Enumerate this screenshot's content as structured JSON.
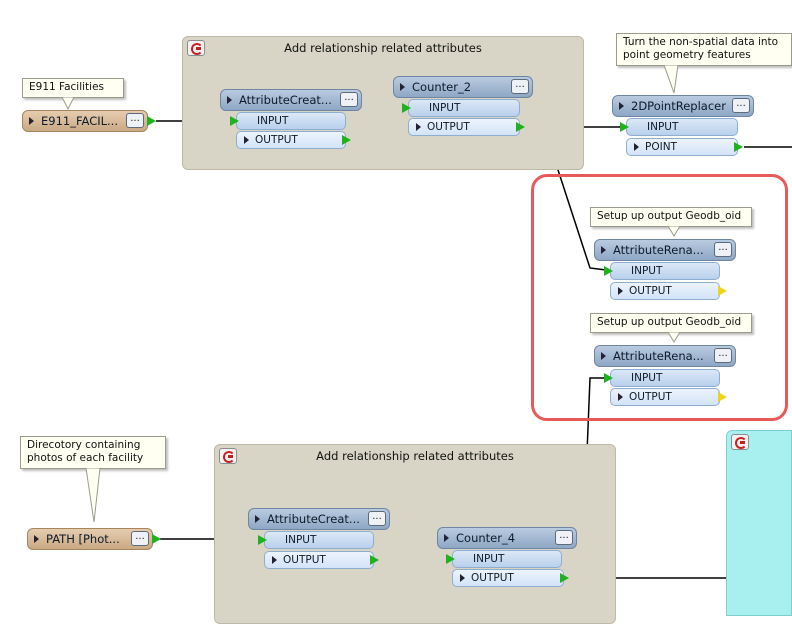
{
  "bookmarks": [
    {
      "title": "Add relationship related attributes"
    },
    {
      "title": "Add relationship related attributes"
    }
  ],
  "annotations": {
    "e911": "E911 Facilities",
    "point_geom": "Turn the non-spatial data into point geometry features",
    "geodb_oid_1": "Setup up output Geodb_oid",
    "geodb_oid_2": "Setup up output Geodb_oid",
    "photos_dir": "Direcotory containing photos of each facility"
  },
  "transformers": {
    "e911_reader": {
      "name": "E911_FACIL..."
    },
    "attr_creator_1": {
      "name": "AttributeCreat...",
      "input": "INPUT",
      "output": "OUTPUT"
    },
    "counter_2": {
      "name": "Counter_2",
      "input": "INPUT",
      "output": "OUTPUT"
    },
    "point_replacer": {
      "name": "2DPointReplacer",
      "input": "INPUT",
      "output": "POINT"
    },
    "attr_renamer_1": {
      "name": "AttributeRena...",
      "input": "INPUT",
      "output": "OUTPUT"
    },
    "attr_renamer_2": {
      "name": "AttributeRena...",
      "input": "INPUT",
      "output": "OUTPUT"
    },
    "path_reader": {
      "name": "PATH [Phot..."
    },
    "attr_creator_2": {
      "name": "AttributeCreat...",
      "input": "INPUT",
      "output": "OUTPUT"
    },
    "counter_4": {
      "name": "Counter_4",
      "input": "INPUT",
      "output": "OUTPUT"
    }
  },
  "icons": {
    "more": "ellipsis-icon",
    "bookmark": "bookmark-icon",
    "expand": "expand-triangle-icon",
    "connector": "green-arrow-icon",
    "unconnected_output": "yellow-arrow-icon"
  },
  "colors": {
    "highlight": "#e85a5a",
    "bookmark_bg": "#d8d5c7",
    "transformer_header": "#9fb6d2",
    "reader_header": "#d6b893",
    "right_bookmark": "#a8f0f0"
  }
}
